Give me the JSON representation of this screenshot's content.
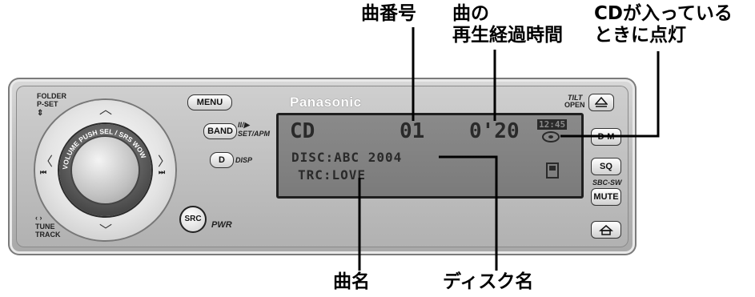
{
  "callouts": {
    "track_number": "曲番号",
    "elapsed_time_line1": "曲の",
    "elapsed_time_line2": "再生経過時間",
    "cd_indicator_line1": "CDが入っている",
    "cd_indicator_line2": "ときに点灯",
    "track_name": "曲名",
    "disc_name": "ディスク名"
  },
  "faceplate": {
    "brand": "Panasonic",
    "folder_label": "FOLDER",
    "pset_label": "P-SET",
    "dial_ring_text": "VOLUME PUSH SEL / SRS WOW",
    "tune_label": "TUNE",
    "track_label": "TRACK",
    "menu_label": "MENU",
    "band_label": "BAND",
    "play_pause_label": "II/▶",
    "set_apm_label": "SET/APM",
    "d_label": "D",
    "disp_label": "DISP",
    "src_label": "SRC",
    "pwr_label": "PWR",
    "tilt_label": "TILT",
    "open_label": "OPEN",
    "dm_label": "D·M",
    "sq_label": "SQ",
    "sbc_sw_label": "SBC-SW",
    "mute_label": "MUTE"
  },
  "lcd": {
    "source": "CD",
    "track_number": "01",
    "elapsed_time": "0'20",
    "clock": "12:45",
    "disc_line": "DISC:ABC 2004",
    "track_line": "TRC:LOVE"
  },
  "icons": [
    "up-arrow-icon",
    "down-arrow-icon",
    "left-arrow-icon",
    "right-arrow-icon",
    "eject-icon",
    "disc-icon",
    "display-mode-icon",
    "tilt-home-icon"
  ]
}
